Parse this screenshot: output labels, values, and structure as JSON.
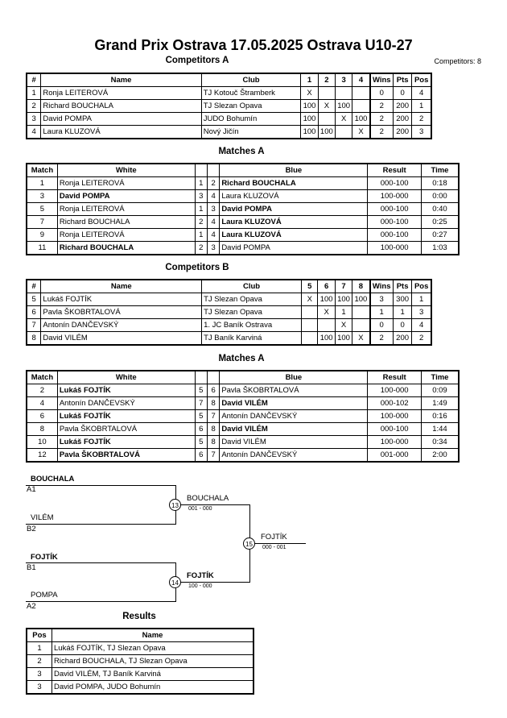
{
  "header": {
    "title": "Grand Prix Ostrava  17.05.2025  Ostrava   U10-27",
    "competitors_label": "Competitors: 8"
  },
  "compA": {
    "heading": "Competitors A",
    "cols": [
      "#",
      "Name",
      "Club",
      "1",
      "2",
      "3",
      "4",
      "Wins",
      "Pts",
      "Pos"
    ],
    "rows": [
      [
        "1",
        "Ronja LEITEROVÁ",
        "TJ Kotouč Štramberk",
        "X",
        "",
        "",
        "",
        "0",
        "0",
        "4"
      ],
      [
        "2",
        "Richard BOUCHALA",
        "TJ Slezan Opava",
        "100",
        "X",
        "100",
        "",
        "2",
        "200",
        "1"
      ],
      [
        "3",
        "David POMPA",
        "JUDO Bohumín",
        "100",
        "",
        "X",
        "100",
        "2",
        "200",
        "2"
      ],
      [
        "4",
        "Laura KLUZOVÁ",
        "Nový Jičín",
        "100",
        "100",
        "",
        "X",
        "2",
        "200",
        "3"
      ]
    ]
  },
  "matchA": {
    "heading": "Matches A",
    "cols": [
      "Match",
      "White",
      "",
      "",
      "Blue",
      "Result",
      "Time"
    ],
    "rows": [
      {
        "m": "1",
        "w": "Ronja LEITEROVÁ",
        "wn": "1",
        "bn": "2",
        "b": "Richard BOUCHALA",
        "r": "000-100",
        "t": "0:18",
        "win": "b"
      },
      {
        "m": "3",
        "w": "David POMPA",
        "wn": "3",
        "bn": "4",
        "b": "Laura KLUZOVÁ",
        "r": "100-000",
        "t": "0:00",
        "win": "w"
      },
      {
        "m": "5",
        "w": "Ronja LEITEROVÁ",
        "wn": "1",
        "bn": "3",
        "b": "David POMPA",
        "r": "000-100",
        "t": "0:40",
        "win": "b"
      },
      {
        "m": "7",
        "w": "Richard BOUCHALA",
        "wn": "2",
        "bn": "4",
        "b": "Laura KLUZOVÁ",
        "r": "000-100",
        "t": "0:25",
        "win": "b"
      },
      {
        "m": "9",
        "w": "Ronja LEITEROVÁ",
        "wn": "1",
        "bn": "4",
        "b": "Laura KLUZOVÁ",
        "r": "000-100",
        "t": "0:27",
        "win": "b"
      },
      {
        "m": "11",
        "w": "Richard BOUCHALA",
        "wn": "2",
        "bn": "3",
        "b": "David POMPA",
        "r": "100-000",
        "t": "1:03",
        "win": "w"
      }
    ]
  },
  "compB": {
    "heading": "Competitors B",
    "cols": [
      "#",
      "Name",
      "Club",
      "5",
      "6",
      "7",
      "8",
      "Wins",
      "Pts",
      "Pos"
    ],
    "rows": [
      [
        "5",
        "Lukáš FOJTÍK",
        "TJ Slezan Opava",
        "X",
        "100",
        "100",
        "100",
        "3",
        "300",
        "1"
      ],
      [
        "6",
        "Pavla ŠKOBRTALOVÁ",
        "TJ Slezan Opava",
        "",
        "X",
        "1",
        "",
        "1",
        "1",
        "3"
      ],
      [
        "7",
        "Antonín DANČEVSKÝ",
        "1. JC Baník Ostrava",
        "",
        "",
        "X",
        "",
        "0",
        "0",
        "4"
      ],
      [
        "8",
        "David VILÉM",
        "TJ Baník Karviná",
        "",
        "100",
        "100",
        "X",
        "2",
        "200",
        "2"
      ]
    ]
  },
  "matchB": {
    "heading": "Matches A",
    "cols": [
      "Match",
      "White",
      "",
      "",
      "Blue",
      "Result",
      "Time"
    ],
    "rows": [
      {
        "m": "2",
        "w": "Lukáš FOJTÍK",
        "wn": "5",
        "bn": "6",
        "b": "Pavla ŠKOBRTALOVÁ",
        "r": "100-000",
        "t": "0:09",
        "win": "w"
      },
      {
        "m": "4",
        "w": "Antonín DANČEVSKÝ",
        "wn": "7",
        "bn": "8",
        "b": "David VILÉM",
        "r": "000-102",
        "t": "1:49",
        "win": "b"
      },
      {
        "m": "6",
        "w": "Lukáš FOJTÍK",
        "wn": "5",
        "bn": "7",
        "b": "Antonín DANČEVSKÝ",
        "r": "100-000",
        "t": "0:16",
        "win": "w"
      },
      {
        "m": "8",
        "w": "Pavla ŠKOBRTALOVÁ",
        "wn": "6",
        "bn": "8",
        "b": "David VILÉM",
        "r": "000-100",
        "t": "1:44",
        "win": "b"
      },
      {
        "m": "10",
        "w": "Lukáš FOJTÍK",
        "wn": "5",
        "bn": "8",
        "b": "David VILÉM",
        "r": "100-000",
        "t": "0:34",
        "win": "w"
      },
      {
        "m": "12",
        "w": "Pavla ŠKOBRTALOVÁ",
        "wn": "6",
        "bn": "7",
        "b": "Antonín DANČEVSKÝ",
        "r": "001-000",
        "t": "2:00",
        "win": "w"
      }
    ]
  },
  "bracket": {
    "s1_top": "BOUCHALA",
    "s1_top_seed": "A1",
    "s1_bot": "VILÉM",
    "s1_bot_seed": "B2",
    "s2_top": "FOJTÍK",
    "s2_top_seed": "B1",
    "s2_bot": "POMPA",
    "s2_bot_seed": "A2",
    "m13": "13",
    "m13_winner": "BOUCHALA",
    "m13_score": "001 - 000",
    "m14": "14",
    "m14_winner": "FOJTÍK",
    "m14_score": "100 - 000",
    "m15": "15",
    "m15_winner": "FOJTÍK",
    "m15_score": "000 - 001"
  },
  "results": {
    "heading": "Results",
    "cols": [
      "Pos",
      "Name"
    ],
    "rows": [
      [
        "1",
        "Lukáš FOJTÍK, TJ Slezan Opava"
      ],
      [
        "2",
        "Richard BOUCHALA, TJ Slezan Opava"
      ],
      [
        "3",
        "David VILÉM, TJ Baník Karviná"
      ],
      [
        "3",
        "David POMPA, JUDO Bohumín"
      ]
    ]
  }
}
